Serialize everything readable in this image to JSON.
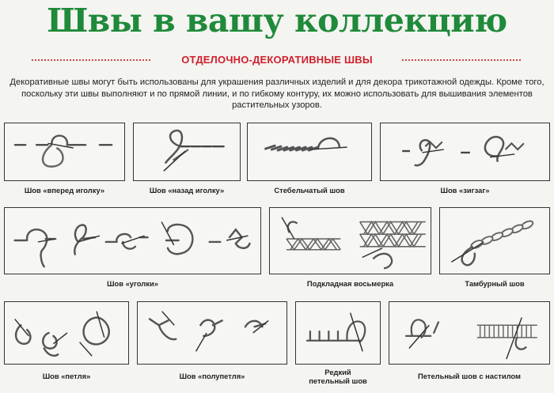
{
  "header": {
    "title": "Швы в вашу коллекцию",
    "subtitle": "ОТДЕЛОЧНО-ДЕКОРАТИВНЫЕ ШВЫ",
    "intro": "Декоративные швы могут быть использованы для украшения различных изделий и для декора трикотажной одежды. Кроме того, поскольку эти швы выполняют и по прямой линии, и по гибкому контуру, их можно использовать для вышивания элементов растительных узоров."
  },
  "stitches": [
    {
      "id": "vpered-igolku",
      "label": "Шов «вперед иголку»"
    },
    {
      "id": "nazad-igolku",
      "label": "Шов «назад иголку»"
    },
    {
      "id": "stebelchatyi",
      "label": "Стебельчатый шов"
    },
    {
      "id": "zigzag",
      "label": "Шов «зигзаг»"
    },
    {
      "id": "ugolki",
      "label": "Шов «уголки»"
    },
    {
      "id": "vosmerka",
      "label": "Подкладная восьмерка"
    },
    {
      "id": "tamburnyi",
      "label": "Тамбурный шов"
    },
    {
      "id": "petlya",
      "label": "Шов «петля»"
    },
    {
      "id": "polupetlya",
      "label": "Шов «полупетля»"
    },
    {
      "id": "redkii-line1",
      "label": "Редкий"
    },
    {
      "id": "redkii-line2",
      "label": "петельный шов"
    },
    {
      "id": "s-nastilom",
      "label": "Петельный шов с настилом"
    }
  ],
  "colors": {
    "title": "#1f8a3a",
    "subtitle": "#d01f2c",
    "thread": "#555555"
  }
}
